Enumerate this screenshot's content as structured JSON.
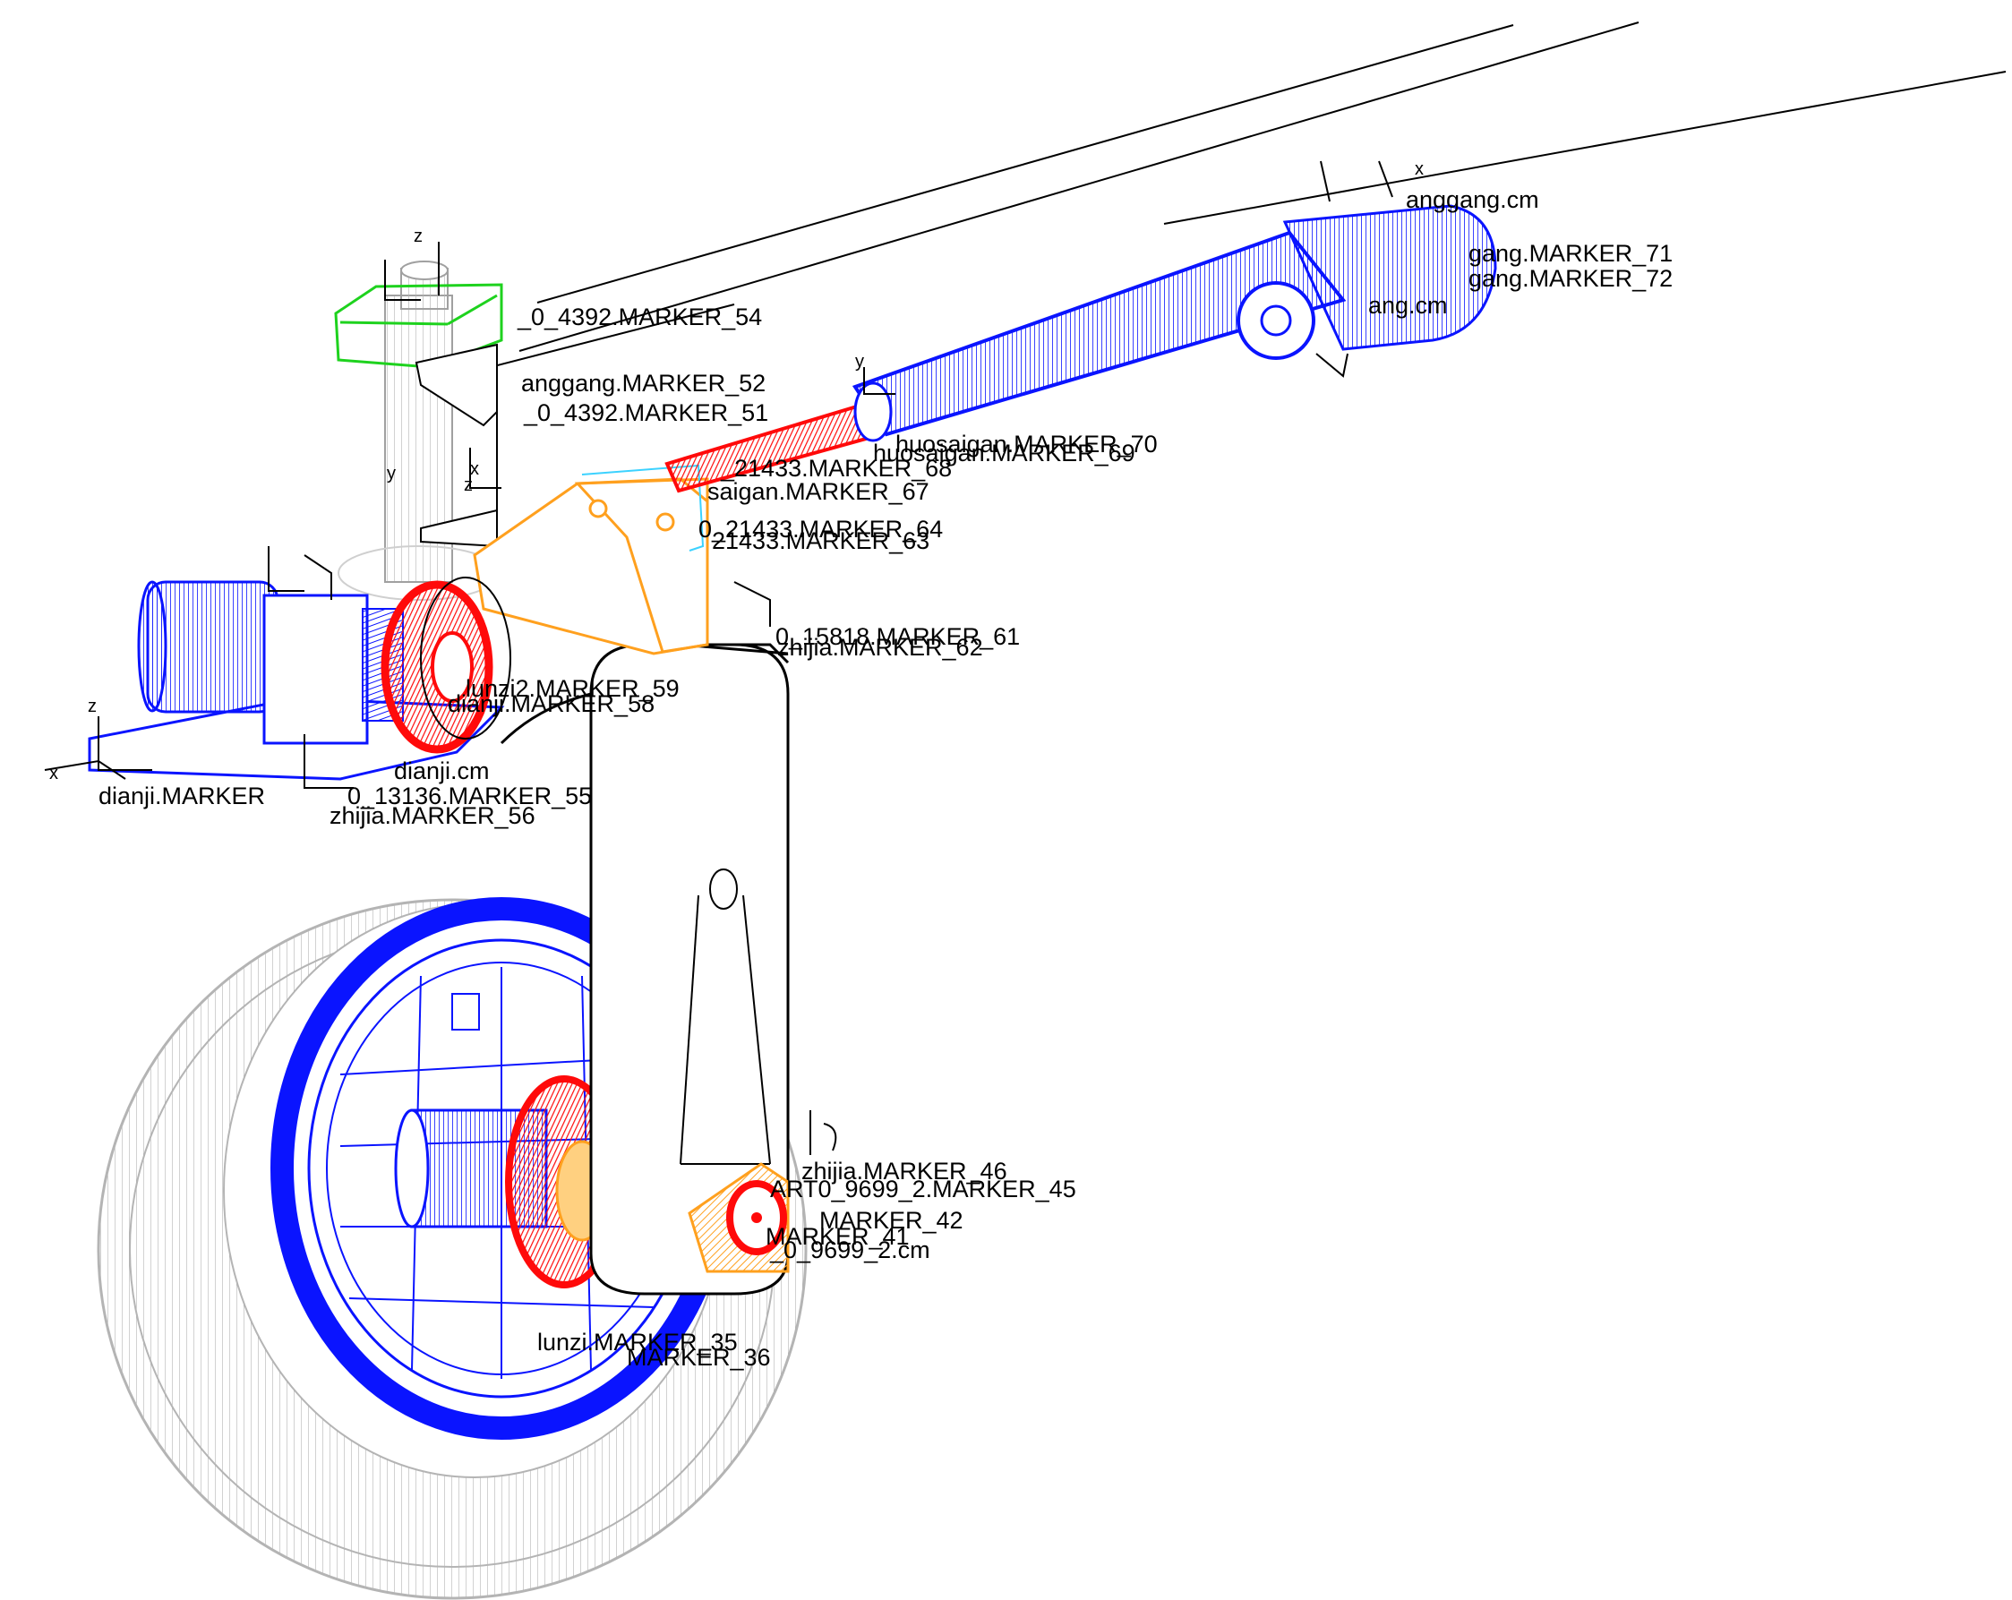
{
  "colors": {
    "background": "#ffffff",
    "wheel": "#b4b4b4",
    "blue": "#0a14ff",
    "red": "#ff0a0a",
    "orange": "#ffa01e",
    "green": "#1ed21e",
    "cyan": "#3cd2ff",
    "black": "#000000",
    "gray": "#a0a0a0"
  },
  "labels": {
    "m71": "gang.MARKER_71",
    "m72": "gang.MARKER_72",
    "cm_top": "anggang.cm",
    "cm_top_frag": "ang.cm",
    "m52": "anggang.MARKER_52",
    "m51": "_0_4392.MARKER_51",
    "m54": "_0_4392.MARKER_54",
    "m70": "huosaigan.MARKER_70",
    "m69": "huosaigan.MARKER_69",
    "m68": "_21433.MARKER_68",
    "m67": "saigan.MARKER_67",
    "m64": "0_21433.MARKER_64",
    "m63": "21433.MARKER_63",
    "m62": "zhijia.MARKER_62",
    "m61": "0_15818.MARKER_61",
    "m58": "dianji.MARKER_58",
    "m59": "lunzi2.MARKER_59",
    "dianji_cm": "dianji.cm",
    "dianji_marker": "dianji.MARKER",
    "m55": "0_13136.MARKER_55",
    "m56": "zhijia.MARKER_56",
    "m46": "zhijia.MARKER_46",
    "m45": "ART0_9699_2.MARKER_45",
    "m42": "MARKER_42",
    "m41": "MARKER_41",
    "cm_9699": "_0_9699_2.cm",
    "m35": "lunzi.MARKER_35",
    "m36": "MARKER_36"
  },
  "axes": {
    "x": "x",
    "y": "y",
    "z": "z"
  }
}
